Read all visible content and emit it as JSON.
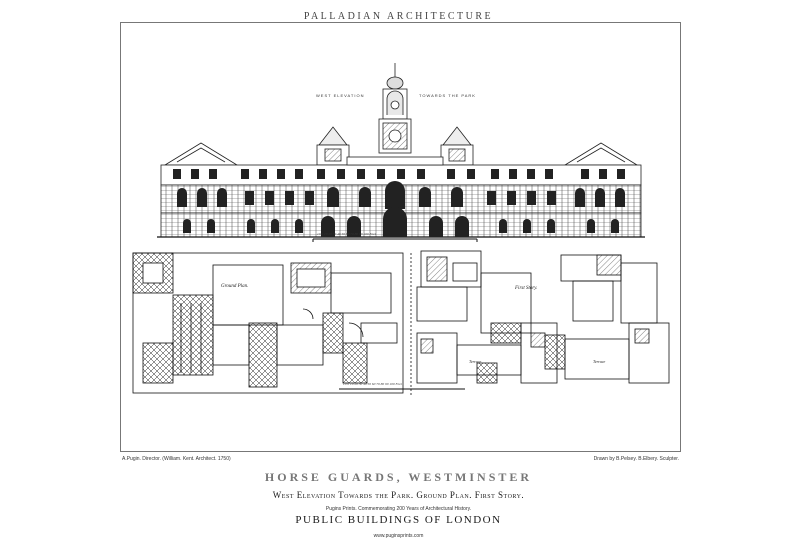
{
  "header": {
    "top_title": "PALLADIAN ARCHITECTURE"
  },
  "drawing": {
    "elevation_caption_left": "WEST ELEVATION",
    "elevation_caption_right": "TOWARDS THE PARK",
    "ground_plan_label": "Ground Plan.",
    "first_story_label": "First Story.",
    "terrace_left": "Terrace",
    "terrace_right": "Terrace",
    "elevation_scale_label": "10 0 10 20 30 40 50 60 70 80 90 100 Feet",
    "plan_scale_label": "10 0 10 20 30 40 50 60 70 80 90 100 Feet"
  },
  "credits": {
    "left": "A.Pugin. Director. (William. Kent. Architect. 1750)",
    "right": "Drawn by B.Pelsey. B.Elbery. Sculpter."
  },
  "plate": {
    "title": "HORSE GUARDS, WESTMINSTER",
    "subtitle": "West Elevation Towards the Park. Ground Plan. First Story.",
    "note": "Pugins Prints. Commemorating 200 Years of Architectural History.",
    "series": "PUBLIC BUILDINGS OF LONDON",
    "url": "www.puginsprints.com"
  }
}
